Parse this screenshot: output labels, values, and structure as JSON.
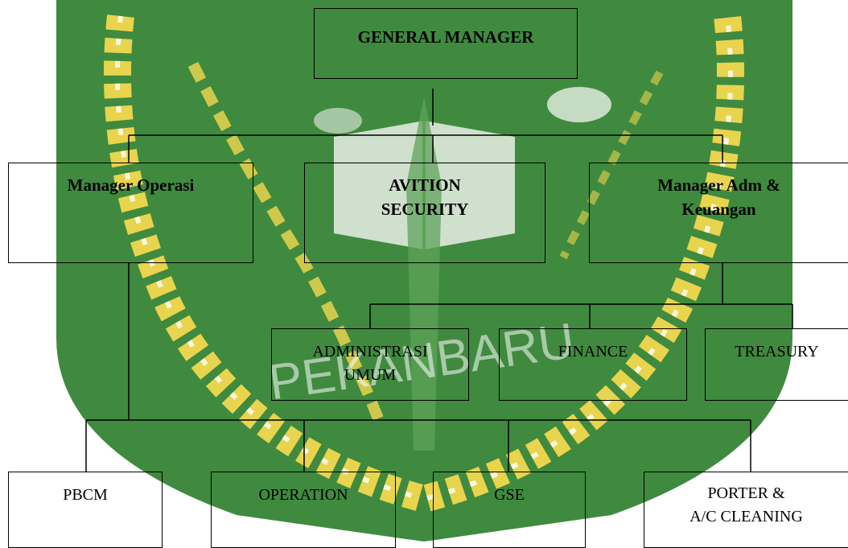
{
  "diagram": {
    "nodes": {
      "general_manager": "GENERAL MANAGER",
      "manager_operasi": "Manager Operasi",
      "avition_security": [
        "AVITION",
        "SECURITY"
      ],
      "manager_adm": [
        "Manager Adm &",
        "Keuangan"
      ],
      "administrasi_umum": [
        "ADMINISTRASI",
        "UMUM"
      ],
      "finance": "FINANCE",
      "treasury": "TREASURY",
      "pbcm": "PBCM",
      "operation": "OPERATION",
      "gse": "GSE",
      "porter": [
        "PORTER &",
        "A/C CLEANING"
      ]
    },
    "watermark_text": "PEKANBARU",
    "colors": {
      "green": "#3f8a3f",
      "light_green": "#5fa35a",
      "yellow": "#e8d44d",
      "line": "#000000"
    }
  }
}
